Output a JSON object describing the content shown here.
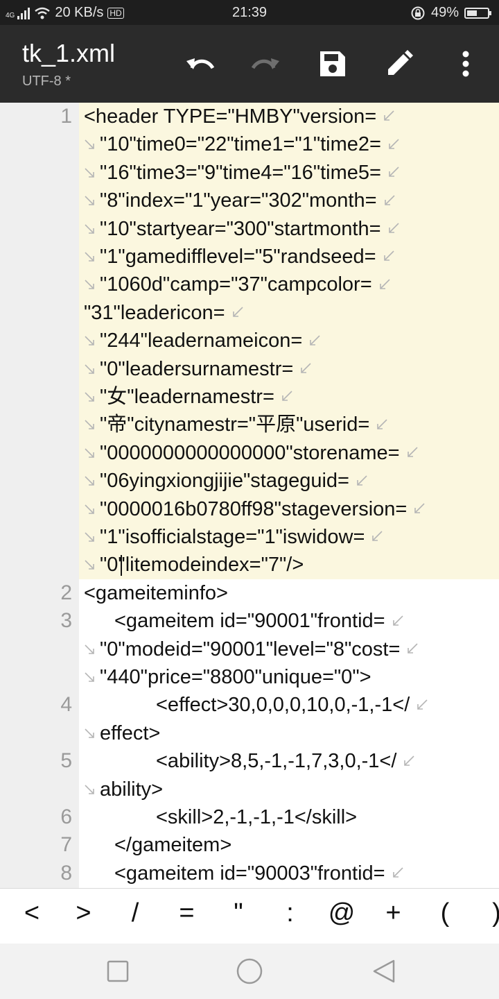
{
  "status_bar": {
    "network": "4G",
    "speed": "20 KB/s",
    "hd": "HD",
    "time": "21:39",
    "battery": "49%",
    "battery_fraction": 0.49
  },
  "toolbar": {
    "title": "tk_1.xml",
    "subtitle": "UTF-8 *",
    "buttons": [
      "undo-icon",
      "redo-icon",
      "save-icon",
      "edit-icon",
      "more-icon"
    ]
  },
  "editor": {
    "lines": [
      {
        "n": "1",
        "indent": 0,
        "wrap_in": false,
        "wrap_out": true,
        "text": "<header TYPE=\"HMBY\"version="
      },
      {
        "n": "",
        "indent": 0,
        "wrap_in": true,
        "wrap_out": true,
        "text": "\"10\"time0=\"22\"time1=\"1\"time2="
      },
      {
        "n": "",
        "indent": 0,
        "wrap_in": true,
        "wrap_out": true,
        "text": "\"16\"time3=\"9\"time4=\"16\"time5="
      },
      {
        "n": "",
        "indent": 0,
        "wrap_in": true,
        "wrap_out": true,
        "text": "\"8\"index=\"1\"year=\"302\"month="
      },
      {
        "n": "",
        "indent": 0,
        "wrap_in": true,
        "wrap_out": true,
        "text": "\"10\"startyear=\"300\"startmonth="
      },
      {
        "n": "",
        "indent": 0,
        "wrap_in": true,
        "wrap_out": true,
        "text": "\"1\"gamedifflevel=\"5\"randseed="
      },
      {
        "n": "",
        "indent": 0,
        "wrap_in": true,
        "wrap_out": true,
        "text": "\"1060d\"camp=\"37\"campcolor="
      },
      {
        "n": "",
        "indent": 0,
        "wrap_in": false,
        "wrap_out": true,
        "text": "\"31\"leadericon="
      },
      {
        "n": "",
        "indent": 0,
        "wrap_in": true,
        "wrap_out": true,
        "text": "\"244\"leadernameicon="
      },
      {
        "n": "",
        "indent": 0,
        "wrap_in": true,
        "wrap_out": true,
        "text": "\"0\"leadersurnamestr="
      },
      {
        "n": "",
        "indent": 0,
        "wrap_in": true,
        "wrap_out": true,
        "text": "\"女\"leadernamestr="
      },
      {
        "n": "",
        "indent": 0,
        "wrap_in": true,
        "wrap_out": true,
        "text": "\"帝\"citynamestr=\"平原\"userid="
      },
      {
        "n": "",
        "indent": 0,
        "wrap_in": true,
        "wrap_out": true,
        "text": "\"0000000000000000\"storename="
      },
      {
        "n": "",
        "indent": 0,
        "wrap_in": true,
        "wrap_out": true,
        "text": "\"06yingxiongjijie\"stageguid="
      },
      {
        "n": "",
        "indent": 0,
        "wrap_in": true,
        "wrap_out": true,
        "text": "\"0000016b0780ff98\"stageversion="
      },
      {
        "n": "",
        "indent": 0,
        "wrap_in": true,
        "wrap_out": true,
        "text": "\"1\"isofficialstage=\"1\"iswidow="
      },
      {
        "n": "",
        "indent": 0,
        "wrap_in": true,
        "wrap_out": false,
        "text": "\"0\"litemodeindex=\"7\"/>"
      },
      {
        "n": "2",
        "indent": 0,
        "wrap_in": false,
        "wrap_out": false,
        "text": "<gameiteminfo>"
      },
      {
        "n": "3",
        "indent": 1,
        "wrap_in": false,
        "wrap_out": true,
        "text": "<gameitem id=\"90001\"frontid="
      },
      {
        "n": "",
        "indent": 0,
        "wrap_in": true,
        "wrap_out": true,
        "text": "\"0\"modeid=\"90001\"level=\"8\"cost="
      },
      {
        "n": "",
        "indent": 0,
        "wrap_in": true,
        "wrap_out": false,
        "text": "\"440\"price=\"8800\"unique=\"0\">"
      },
      {
        "n": "4",
        "indent": 2,
        "wrap_in": false,
        "wrap_out": true,
        "text": "<effect>30,0,0,0,10,0,-1,-1</"
      },
      {
        "n": "",
        "indent": 0,
        "wrap_in": true,
        "wrap_out": false,
        "text": "effect>"
      },
      {
        "n": "5",
        "indent": 2,
        "wrap_in": false,
        "wrap_out": true,
        "text": "<ability>8,5,-1,-1,7,3,0,-1</"
      },
      {
        "n": "",
        "indent": 0,
        "wrap_in": true,
        "wrap_out": false,
        "text": "ability>"
      },
      {
        "n": "6",
        "indent": 2,
        "wrap_in": false,
        "wrap_out": false,
        "text": "<skill>2,-1,-1,-1</skill>"
      },
      {
        "n": "7",
        "indent": 1,
        "wrap_in": false,
        "wrap_out": false,
        "text": "</gameitem>"
      },
      {
        "n": "8",
        "indent": 1,
        "wrap_in": false,
        "wrap_out": true,
        "text": "<gameitem id=\"90003\"frontid="
      }
    ]
  },
  "symbols": [
    "<",
    ">",
    "/",
    "=",
    "\"",
    ":",
    "@",
    "+",
    "(",
    ")"
  ],
  "nav": [
    "recents-button",
    "home-button",
    "back-button"
  ]
}
